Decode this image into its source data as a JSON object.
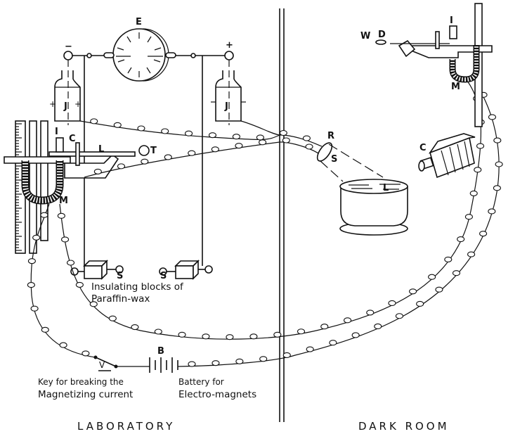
{
  "figure": {
    "labels": {
      "electrometer": "E",
      "minus": "−",
      "plus": "+",
      "jar_left": "J",
      "jar_right": "J",
      "jar_left_plus_l": "+",
      "jar_left_plus_r": "+",
      "indicator_left": "I",
      "indicator_right": "I",
      "condenser_left": "C",
      "lever": "L",
      "terminal": "T",
      "magnet_left": "M",
      "magnet_right": "M",
      "switch_left": "S",
      "switch_right": "S",
      "battery": "B",
      "key": "V",
      "mirror_r": "R",
      "mirror_s": "S",
      "liquid": "L",
      "camera": "C",
      "wire_w": "W",
      "disc_d": "D"
    },
    "captions": {
      "insulating_line1": "Insulating blocks of",
      "insulating_line2": "Paraffin-wax",
      "key_line1": "Key for breaking the",
      "key_line2": "Magnetizing current",
      "battery_line1": "Battery for",
      "battery_line2": "Electro-magnets"
    },
    "rooms": {
      "left": "LABORATORY",
      "right": "DARK ROOM"
    }
  }
}
